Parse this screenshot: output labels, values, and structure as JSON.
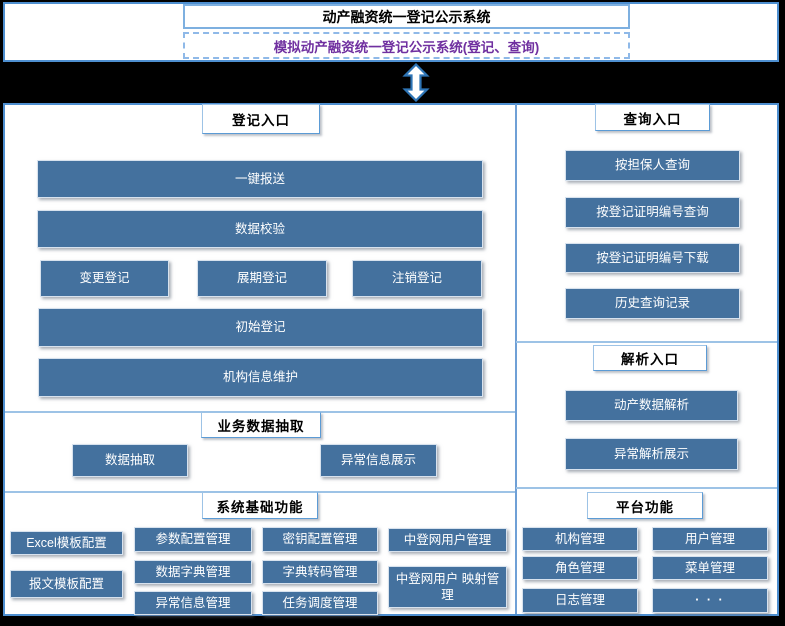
{
  "title_panel": {
    "title": "动产融资统一登记公示系统",
    "subtitle": "模拟动产融资统一登记公示系统(登记、查询)"
  },
  "left_column": {
    "registration_section": {
      "header": "登记入口",
      "buttons": {
        "one_click_report": "一键报送",
        "data_validation": "数据校验",
        "change_registration": "变更登记",
        "extension_registration": "展期登记",
        "cancellation_registration": "注销登记",
        "initial_registration": "初始登记",
        "org_info_maintenance": "机构信息维护"
      }
    },
    "data_extraction_section": {
      "header": "业务数据抽取",
      "buttons": {
        "data_extraction": "数据抽取",
        "exception_info_display": "异常信息展示"
      }
    },
    "system_basic_section": {
      "header": "系统基础功能",
      "buttons": {
        "excel_template_config": "Excel模板配置",
        "message_template_config": "报文模板配置",
        "param_config_mgmt": "参数配置管理",
        "data_dictionary_mgmt": "数据字典管理",
        "exception_info_mgmt": "异常信息管理",
        "key_config_mgmt": "密钥配置管理",
        "dict_transcode_mgmt": "字典转码管理",
        "task_schedule_mgmt": "任务调度管理",
        "zdw_user_mgmt": "中登网用户管理",
        "zdw_user_mapping_mgmt": "中登网用户 映射管理"
      }
    }
  },
  "right_column": {
    "query_section": {
      "header": "查询入口",
      "buttons": {
        "query_by_guarantor": "按担保人查询",
        "query_by_cert_no": "按登记证明编号查询",
        "download_by_cert_no": "按登记证明编号下载",
        "history_query_record": "历史查询记录"
      }
    },
    "parse_section": {
      "header": "解析入口",
      "buttons": {
        "movable_data_parse": "动产数据解析",
        "exception_parse_display": "异常解析展示"
      }
    },
    "platform_section": {
      "header": "平台功能",
      "buttons": {
        "org_mgmt": "机构管理",
        "user_mgmt": "用户管理",
        "role_mgmt": "角色管理",
        "menu_mgmt": "菜单管理",
        "log_mgmt": "日志管理",
        "more": "· · ·"
      }
    }
  },
  "colors": {
    "module_fill": "#44719E",
    "panel_border": "#4E8FD0",
    "divider": "#9DC3E6",
    "subtitle_text": "#7030A0",
    "band": "#000000"
  }
}
